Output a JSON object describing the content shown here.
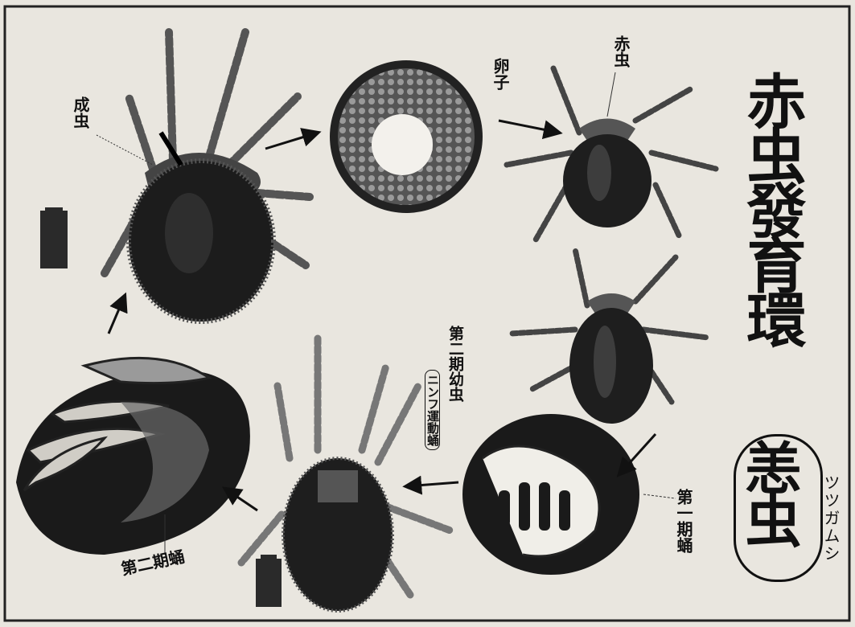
{
  "title": "赤虫發育環",
  "subtitle": "恙虫",
  "subtitle_reading": "ツツガムシ",
  "labels": {
    "adult": "成虫",
    "egg": "卵子",
    "larva": "赤虫",
    "nymph": "第二期幼虫",
    "nymph_note": "ニンフ運動蛹",
    "pupa1": "第一期蛹",
    "pupa2": "第二期蛹"
  },
  "colors": {
    "paper": "#e9e6df",
    "ink": "#111111"
  }
}
